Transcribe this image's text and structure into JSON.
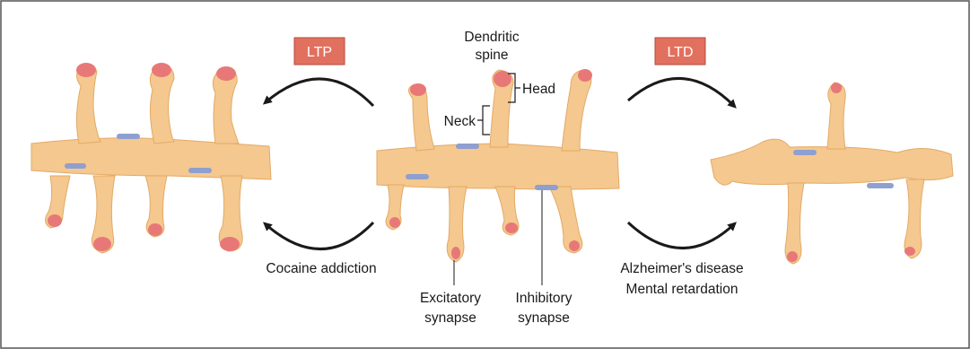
{
  "labels": {
    "ltp": "LTP",
    "ltd": "LTD",
    "dendritic_spine_line1": "Dendritic",
    "dendritic_spine_line2": "spine",
    "head": "Head",
    "neck": "Neck",
    "cocaine": "Cocaine addiction",
    "excitatory_line1": "Excitatory",
    "excitatory_line2": "synapse",
    "inhibitory_line1": "Inhibitory",
    "inhibitory_line2": "synapse",
    "alzheimers": "Alzheimer's disease",
    "retardation": "Mental retardation"
  },
  "colors": {
    "dendrite_fill": "#f4c88f",
    "dendrite_shade": "#e8b070",
    "spine_head": "#e87878",
    "spine_head_inner": "#f2a3a6",
    "inhibitory_synapse": "#8f9fd0",
    "label_box": "#e2705e",
    "arrow": "#1a1a1a",
    "frame_border": "#555555"
  }
}
